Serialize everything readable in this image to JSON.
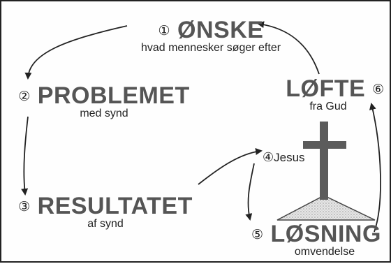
{
  "nodes": {
    "onske": {
      "number": "①",
      "title": "ØNSKE",
      "subtitle": "hvad mennesker søger efter"
    },
    "problemet": {
      "number": "②",
      "title": "PROBLEMET",
      "subtitle": "med synd"
    },
    "resultatet": {
      "number": "③",
      "title": "RESULTATET",
      "subtitle": "af synd"
    },
    "jesus": {
      "number": "④",
      "title": "Jesus"
    },
    "losning": {
      "number": "⑤",
      "title": "LØSNING",
      "subtitle": "omvendelse"
    },
    "lofte": {
      "number": "⑥",
      "title": "LØFTE",
      "subtitle": "fra Gud"
    }
  },
  "colors": {
    "title_gray": "#555555",
    "cross": "#5b5b5b",
    "hill": "#dcdcdc",
    "line": "#222222"
  }
}
